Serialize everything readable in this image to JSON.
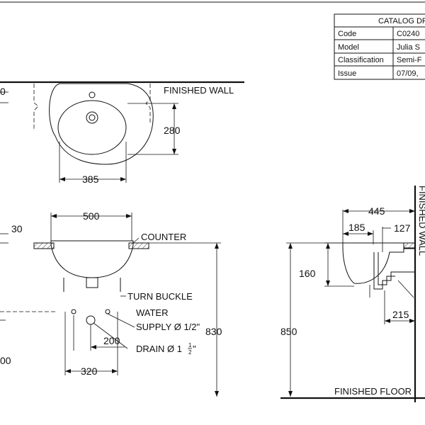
{
  "title_block": {
    "header": "CATALOG DR",
    "rows": [
      {
        "label": "Code",
        "value": "C0240"
      },
      {
        "label": "Model",
        "value": "Julia S"
      },
      {
        "label": "Classification",
        "value": "Semi-F"
      },
      {
        "label": "Issue",
        "value": "07/09,"
      }
    ]
  },
  "plan_view": {
    "dim_left_partial": "0",
    "wall_label": "FINISHED WALL",
    "dim_depth": "280",
    "dim_width": "385"
  },
  "front_view": {
    "dim_top": "500",
    "dim_rim": "30",
    "counter_label": "COUNTER",
    "turn_buckle_label": "TURN BUCKLE",
    "water_label_1": "WATER",
    "water_label_2": "SUPPLY Ø 1/2\"",
    "drain_label": "DRAIN Ø 1",
    "drain_frac_num": "1",
    "drain_frac_den": "2",
    "drain_frac_unit": "\"",
    "dim_drain_spacing": "200",
    "dim_supply_spacing": "320",
    "dim_height": "830",
    "dim_left_partial": "00"
  },
  "side_view": {
    "dim_overall": "445",
    "dim_to_center": "185",
    "dim_trap": "127",
    "dim_bowl_depth": "160",
    "dim_trap_offset": "215",
    "dim_height": "850",
    "floor_label": "FINISHED FLOOR",
    "wall_label_vertical": "FINISHED WALL"
  }
}
